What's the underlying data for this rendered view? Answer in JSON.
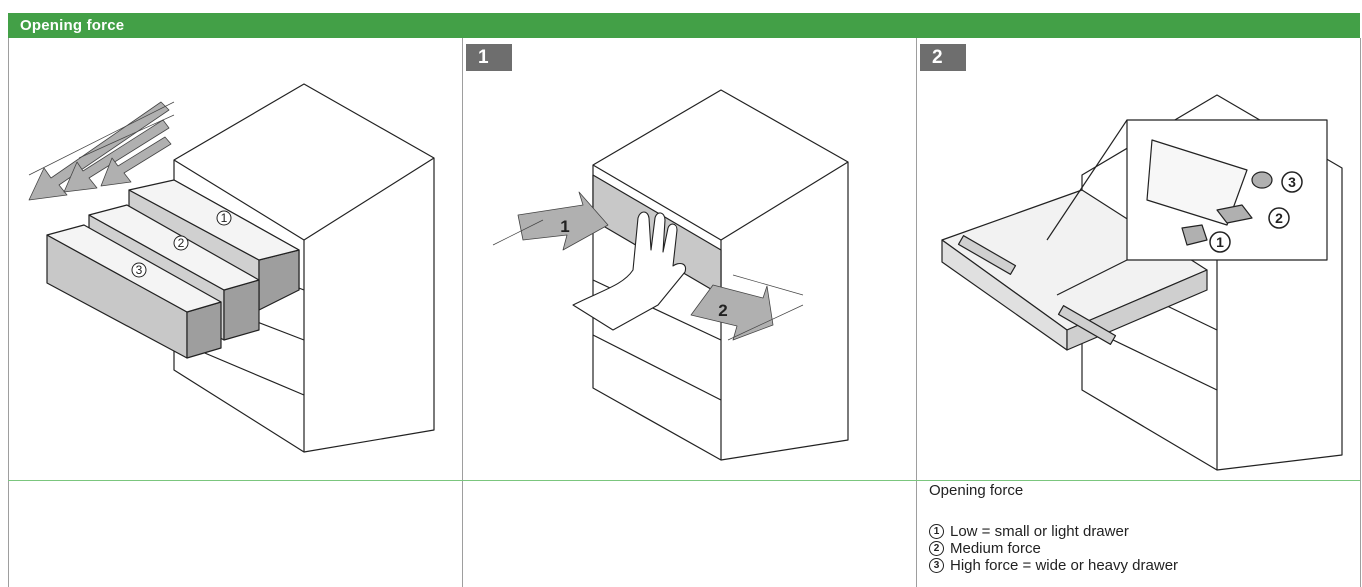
{
  "header": {
    "title": "Opening force"
  },
  "panels": [
    {
      "badge": ""
    },
    {
      "badge": "1"
    },
    {
      "badge": "2"
    }
  ],
  "panel0": {
    "drawer_marks": [
      "1",
      "2",
      "3"
    ]
  },
  "panel1": {
    "arrow_labels": [
      "1",
      "2"
    ]
  },
  "panel2": {
    "force_marks": [
      "3",
      "2",
      "1"
    ]
  },
  "caption": {
    "title": "Opening force",
    "legend": [
      {
        "num": "1",
        "text": "Low = small or light drawer"
      },
      {
        "num": "2",
        "text": "Medium force"
      },
      {
        "num": "3",
        "text": "High force = wide or heavy drawer"
      }
    ]
  },
  "colors": {
    "header_green": "#43a047",
    "badge_gray": "#6e6e6e",
    "drawer_fill": "#c8c8c8",
    "arrow_fill": "#b0b0b0"
  }
}
